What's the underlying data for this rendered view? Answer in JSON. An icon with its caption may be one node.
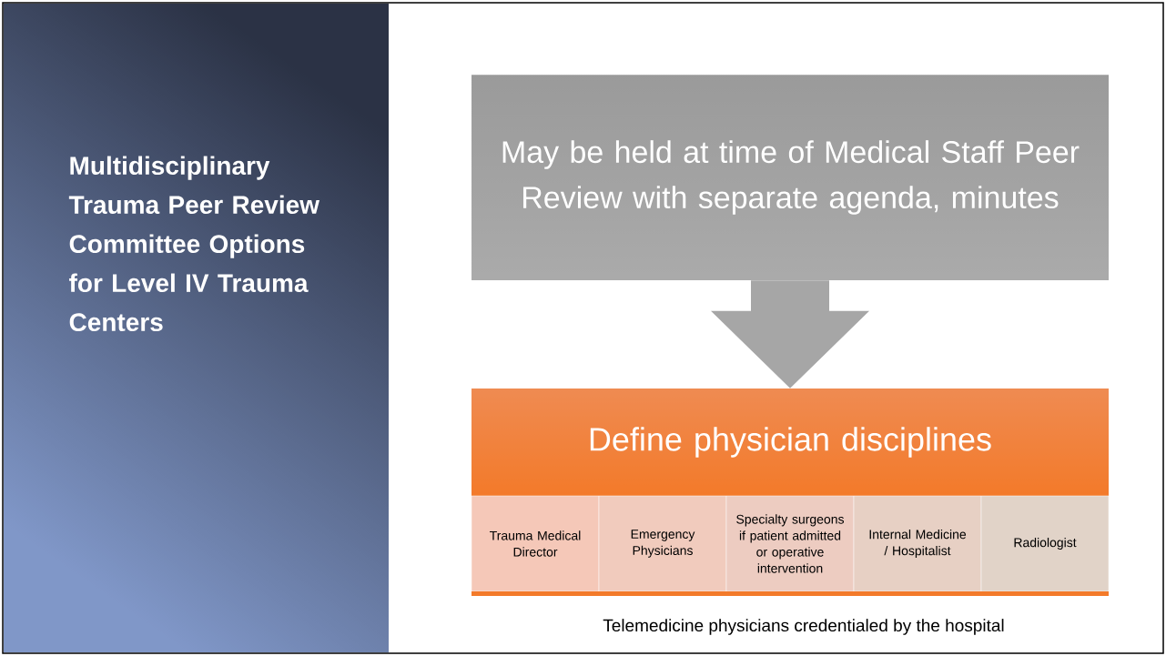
{
  "diagram": {
    "title": "Multidisciplinary Trauma Peer Review Committee Options for Level IV Trauma Centers",
    "nodes": [
      {
        "text": [
          "May be held at time of Medical Staff Peer Review with separate agenda, minutes"
        ]
      },
      {
        "text": [
          "Define physician disciplines"
        ]
      },
      {
        "text": [
          "Trauma Medical Director"
        ]
      },
      {
        "text": [
          "Emergency Physicians"
        ]
      },
      {
        "text": [
          "Specialty surgeons if patient admitted or operative intervention"
        ]
      },
      {
        "text": [
          "Internal Medicine / Hospitalist"
        ]
      },
      {
        "text": [
          "Radiologist"
        ]
      }
    ],
    "edges": [
      {
        "from": 0,
        "to": 1,
        "arrow": "to"
      }
    ],
    "labels": [
      "Telemedicine physicians credentialed by the hospital"
    ]
  }
}
